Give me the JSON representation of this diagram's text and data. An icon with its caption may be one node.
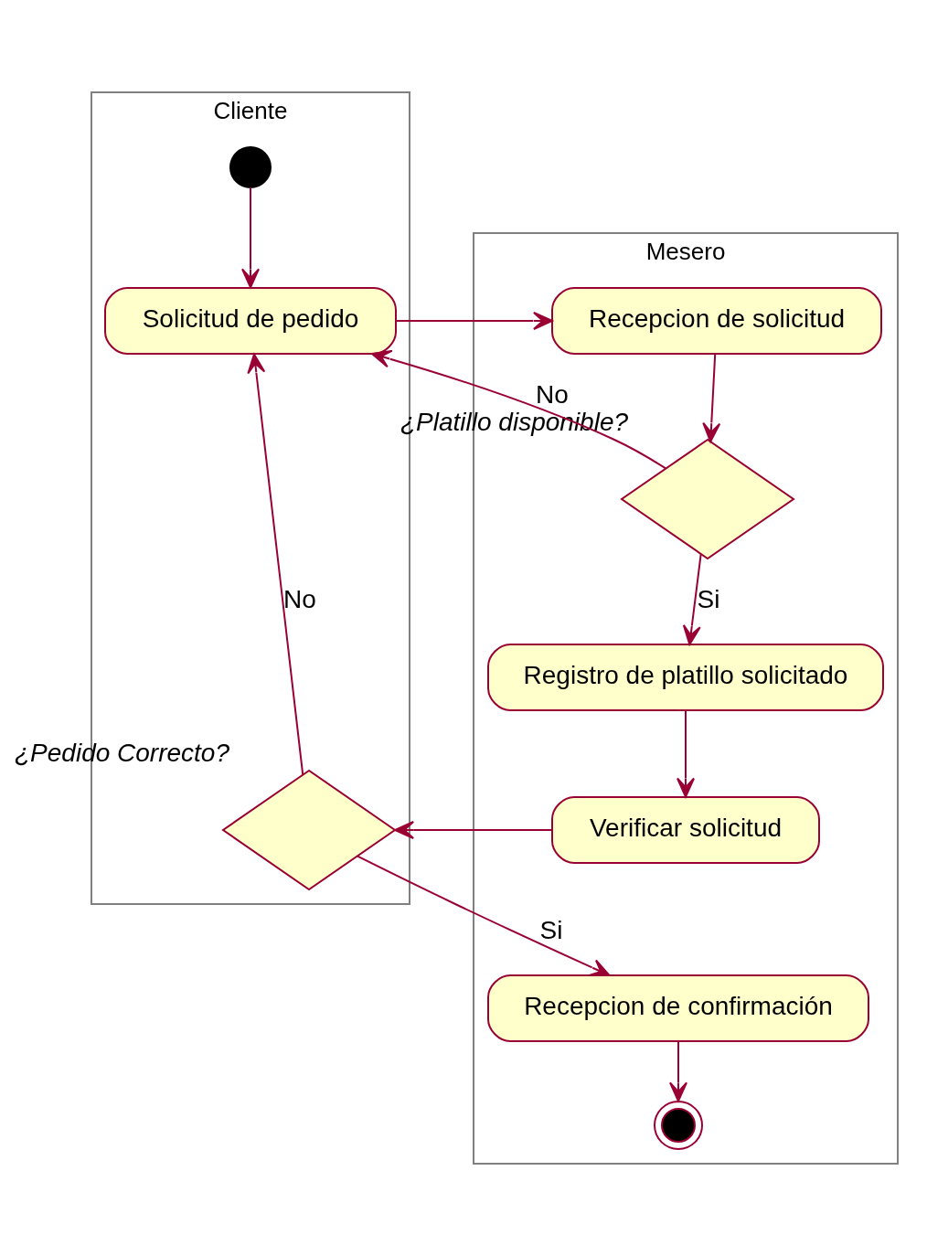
{
  "diagram": {
    "nodes": [
      {
        "text": [
          "Cliente"
        ]
      },
      {
        "text": [
          "Mesero"
        ]
      },
      {
        "text": [],
        "shape": "circle",
        "in": 0
      },
      {
        "text": [
          "Solicitud de pedido"
        ],
        "in": 0
      },
      {
        "text": [
          "Recepcion de solicitud"
        ],
        "in": 1
      },
      {
        "text": [],
        "shape": "diamond",
        "in": 1,
        "beside": [
          "¿Platillo disponible?"
        ]
      },
      {
        "text": [
          "Registro de platillo solicitado"
        ],
        "in": 1
      },
      {
        "text": [
          "Verificar solicitud"
        ],
        "in": 1
      },
      {
        "text": [],
        "shape": "diamond",
        "in": 0,
        "beside": [
          "¿Pedido Correcto?"
        ]
      },
      {
        "text": [
          "Recepcion de confirmación"
        ],
        "in": 1
      },
      {
        "text": [],
        "shape": "bullseye",
        "in": 1
      }
    ],
    "edges": [
      {
        "from": 2,
        "to": 3,
        "arrow": "to"
      },
      {
        "from": 3,
        "to": 4,
        "arrow": "to"
      },
      {
        "from": 4,
        "to": 5,
        "arrow": "to"
      },
      {
        "from": 5,
        "to": 3,
        "arrow": "to",
        "label": "No"
      },
      {
        "from": 5,
        "to": 6,
        "arrow": "to",
        "label": "Si"
      },
      {
        "from": 6,
        "to": 7,
        "arrow": "to"
      },
      {
        "from": 7,
        "to": 8,
        "arrow": "to"
      },
      {
        "from": 8,
        "to": 3,
        "arrow": "to",
        "label": "No"
      },
      {
        "from": 8,
        "to": 9,
        "arrow": "to",
        "label": "Si"
      },
      {
        "from": 9,
        "to": 10,
        "arrow": "to"
      }
    ]
  }
}
